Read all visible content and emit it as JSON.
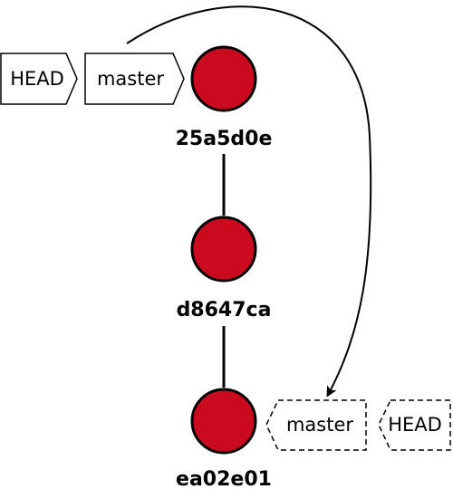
{
  "colors": {
    "commit_fill": "#cc0a1f",
    "stroke": "#000000",
    "background": "#ffffff"
  },
  "commits": [
    {
      "id": "25a5d0e"
    },
    {
      "id": "d8647ca"
    },
    {
      "id": "ea02e01"
    }
  ],
  "refs_before": {
    "head": "HEAD",
    "branch": "master"
  },
  "refs_after": {
    "branch": "master",
    "head": "HEAD"
  },
  "move_arrow": {
    "from": "master (25a5d0e)",
    "to": "master (ea02e01)"
  }
}
